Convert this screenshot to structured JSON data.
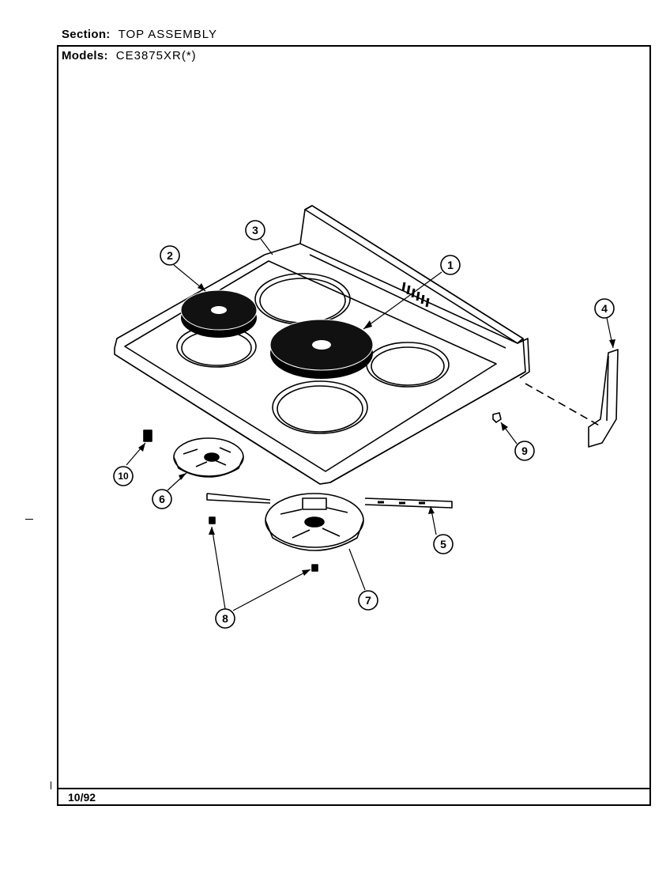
{
  "header": {
    "section_label": "Section:",
    "section_value": "TOP ASSEMBLY",
    "models_label": "Models:",
    "models_value": "CE3875XR(*)"
  },
  "footer": {
    "date": "10/92"
  },
  "callouts": [
    {
      "id": "1",
      "label": "1"
    },
    {
      "id": "2",
      "label": "2"
    },
    {
      "id": "3",
      "label": "3"
    },
    {
      "id": "4",
      "label": "4"
    },
    {
      "id": "5",
      "label": "5"
    },
    {
      "id": "6",
      "label": "6"
    },
    {
      "id": "7",
      "label": "7"
    },
    {
      "id": "8",
      "label": "8"
    },
    {
      "id": "9",
      "label": "9"
    },
    {
      "id": "10",
      "label": "10"
    }
  ]
}
